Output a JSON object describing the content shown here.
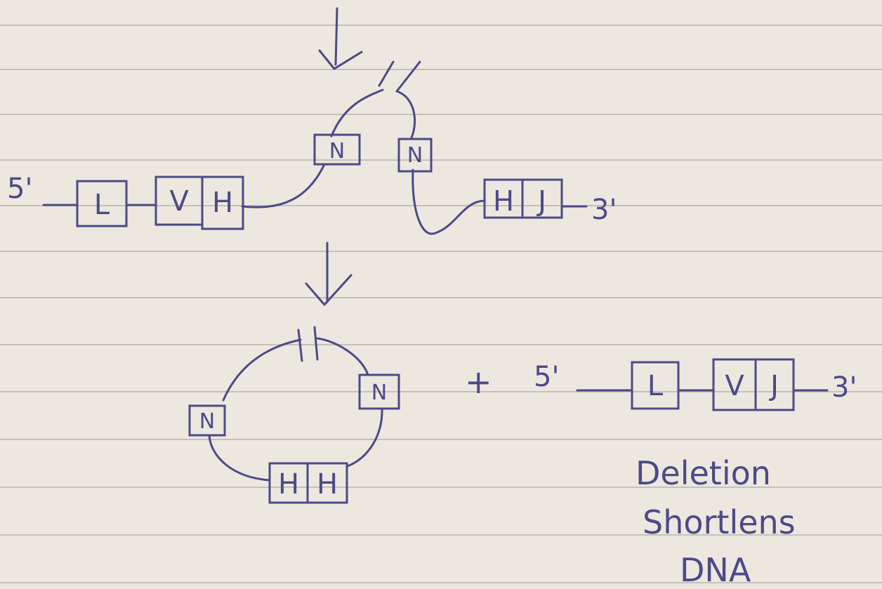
{
  "colors": {
    "paper": "#ece8e0",
    "ink": "#4c4a86",
    "rule": "#b9b2aa"
  },
  "top_strand": {
    "end5": "5'",
    "end3": "3'",
    "genes": [
      "L",
      "V",
      "H",
      "N",
      "N",
      "H",
      "J"
    ]
  },
  "loop": {
    "genes": [
      "N",
      "N",
      "H",
      "H"
    ]
  },
  "product": {
    "plus": "+",
    "end5": "5'",
    "end3": "3'",
    "genes": [
      "L",
      "V",
      "J"
    ]
  },
  "note": {
    "line1": "Deletion",
    "line2": "Shortlens",
    "line3": "DNA"
  }
}
